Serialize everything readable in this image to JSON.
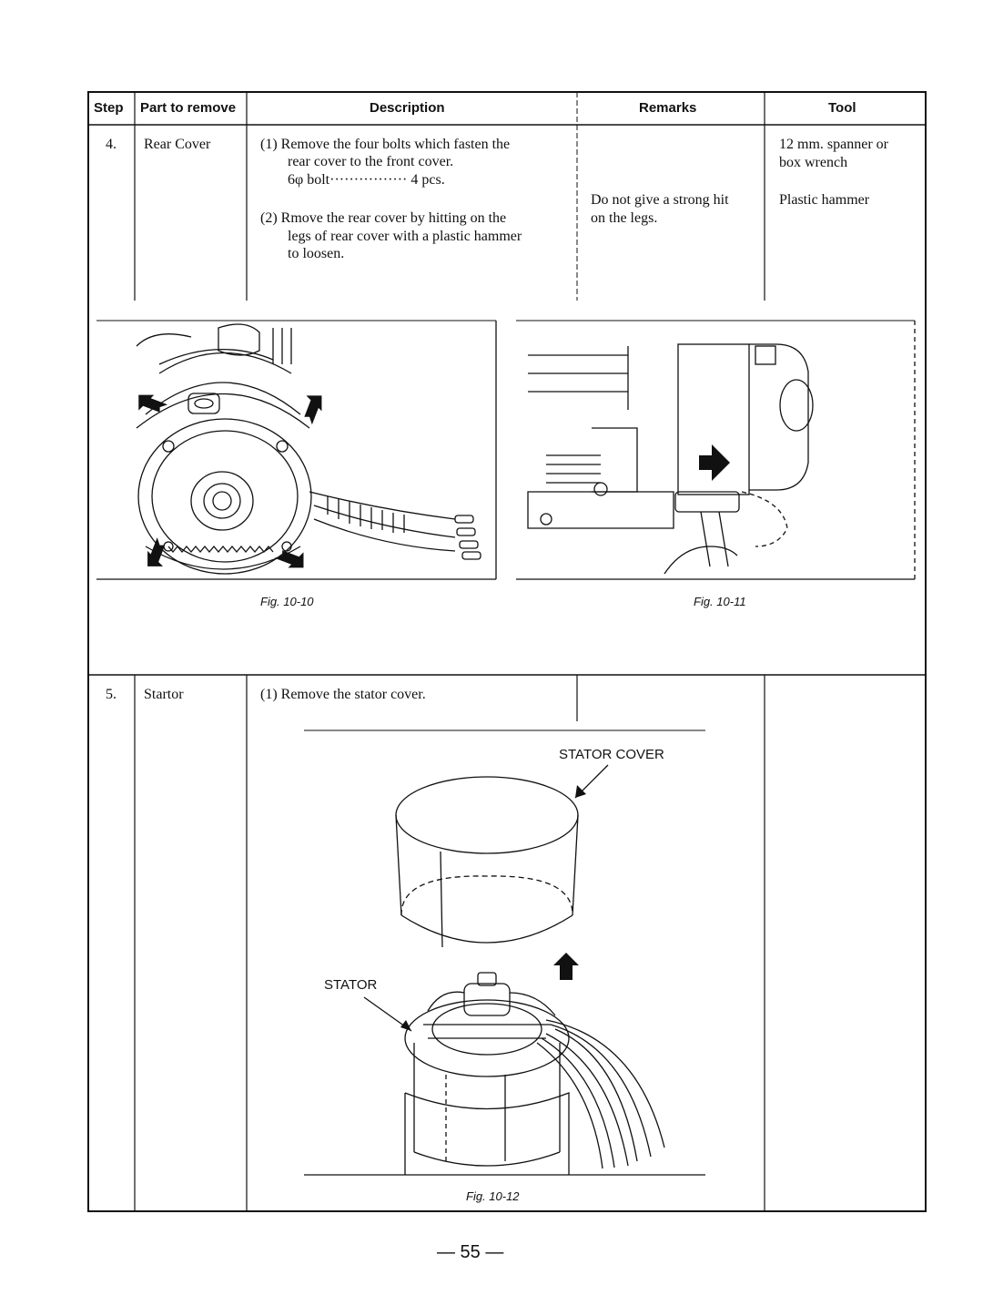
{
  "header": {
    "step": "Step",
    "part": "Part to remove",
    "description": "Description",
    "remarks": "Remarks",
    "tool": "Tool"
  },
  "rows": [
    {
      "step": "4.",
      "part": "Rear Cover",
      "desc1_line1": "(1) Remove the four bolts which fasten the",
      "desc1_line2": "rear cover to the front cover.",
      "desc1_line3": "6φ bolt················ 4 pcs.",
      "desc2_line1": "(2) Rmove the rear cover by hitting on the",
      "desc2_line2": "legs of rear cover with a plastic hammer",
      "desc2_line3": "to loosen.",
      "remark_line1": "Do not give a strong hit",
      "remark_line2": "on the legs.",
      "tool1_line1": "12 mm. spanner or",
      "tool1_line2": "box wrench",
      "tool2": "Plastic hammer"
    },
    {
      "step": "5.",
      "part": "Startor",
      "desc1": "(1) Remove the stator cover."
    }
  ],
  "figures": {
    "fig10": "Fig. 10-10",
    "fig11": "Fig. 10-11",
    "fig12": "Fig. 10-12",
    "label_stator_cover": "STATOR COVER",
    "label_stator": "STATOR"
  },
  "page_number": "— 55 —"
}
